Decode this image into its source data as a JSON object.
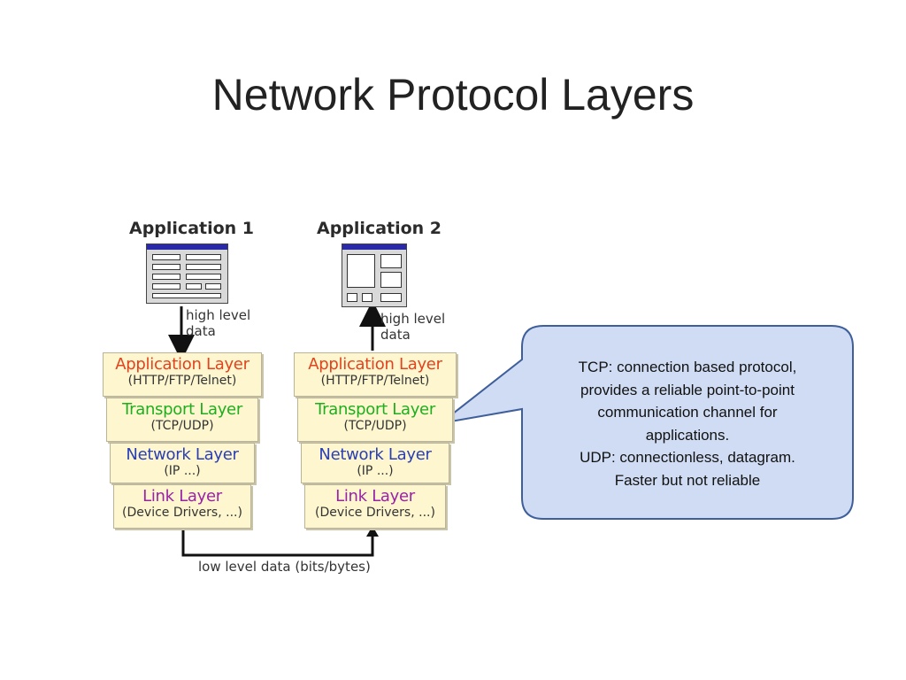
{
  "slide": {
    "title": "Network Protocol Layers"
  },
  "diagram": {
    "app1": {
      "label": "Application 1",
      "note": [
        "high level",
        "data"
      ]
    },
    "app2": {
      "label": "Application 2",
      "note": [
        "high level",
        "data"
      ]
    },
    "stack": [
      {
        "name": "Application Layer",
        "protocols": "(HTTP/FTP/Telnet)",
        "color": "#e2421d"
      },
      {
        "name": "Transport Layer",
        "protocols": "(TCP/UDP)",
        "color": "#1fae1f"
      },
      {
        "name": "Network Layer",
        "protocols": "(IP ...)",
        "color": "#2a3fb6"
      },
      {
        "name": "Link Layer",
        "protocols": "(Device Drivers, ...)",
        "color": "#9a23a5"
      }
    ],
    "bottom_note": "low level data (bits/bytes)"
  },
  "callout": {
    "lines": [
      "TCP:  connection based protocol,",
      "provides a reliable point-to-point",
      "communication channel for",
      "applications.",
      "UDP: connectionless, datagram.",
      "Faster but not reliable"
    ],
    "fill": "#cfdcf3",
    "border": "#3f5f9a"
  }
}
